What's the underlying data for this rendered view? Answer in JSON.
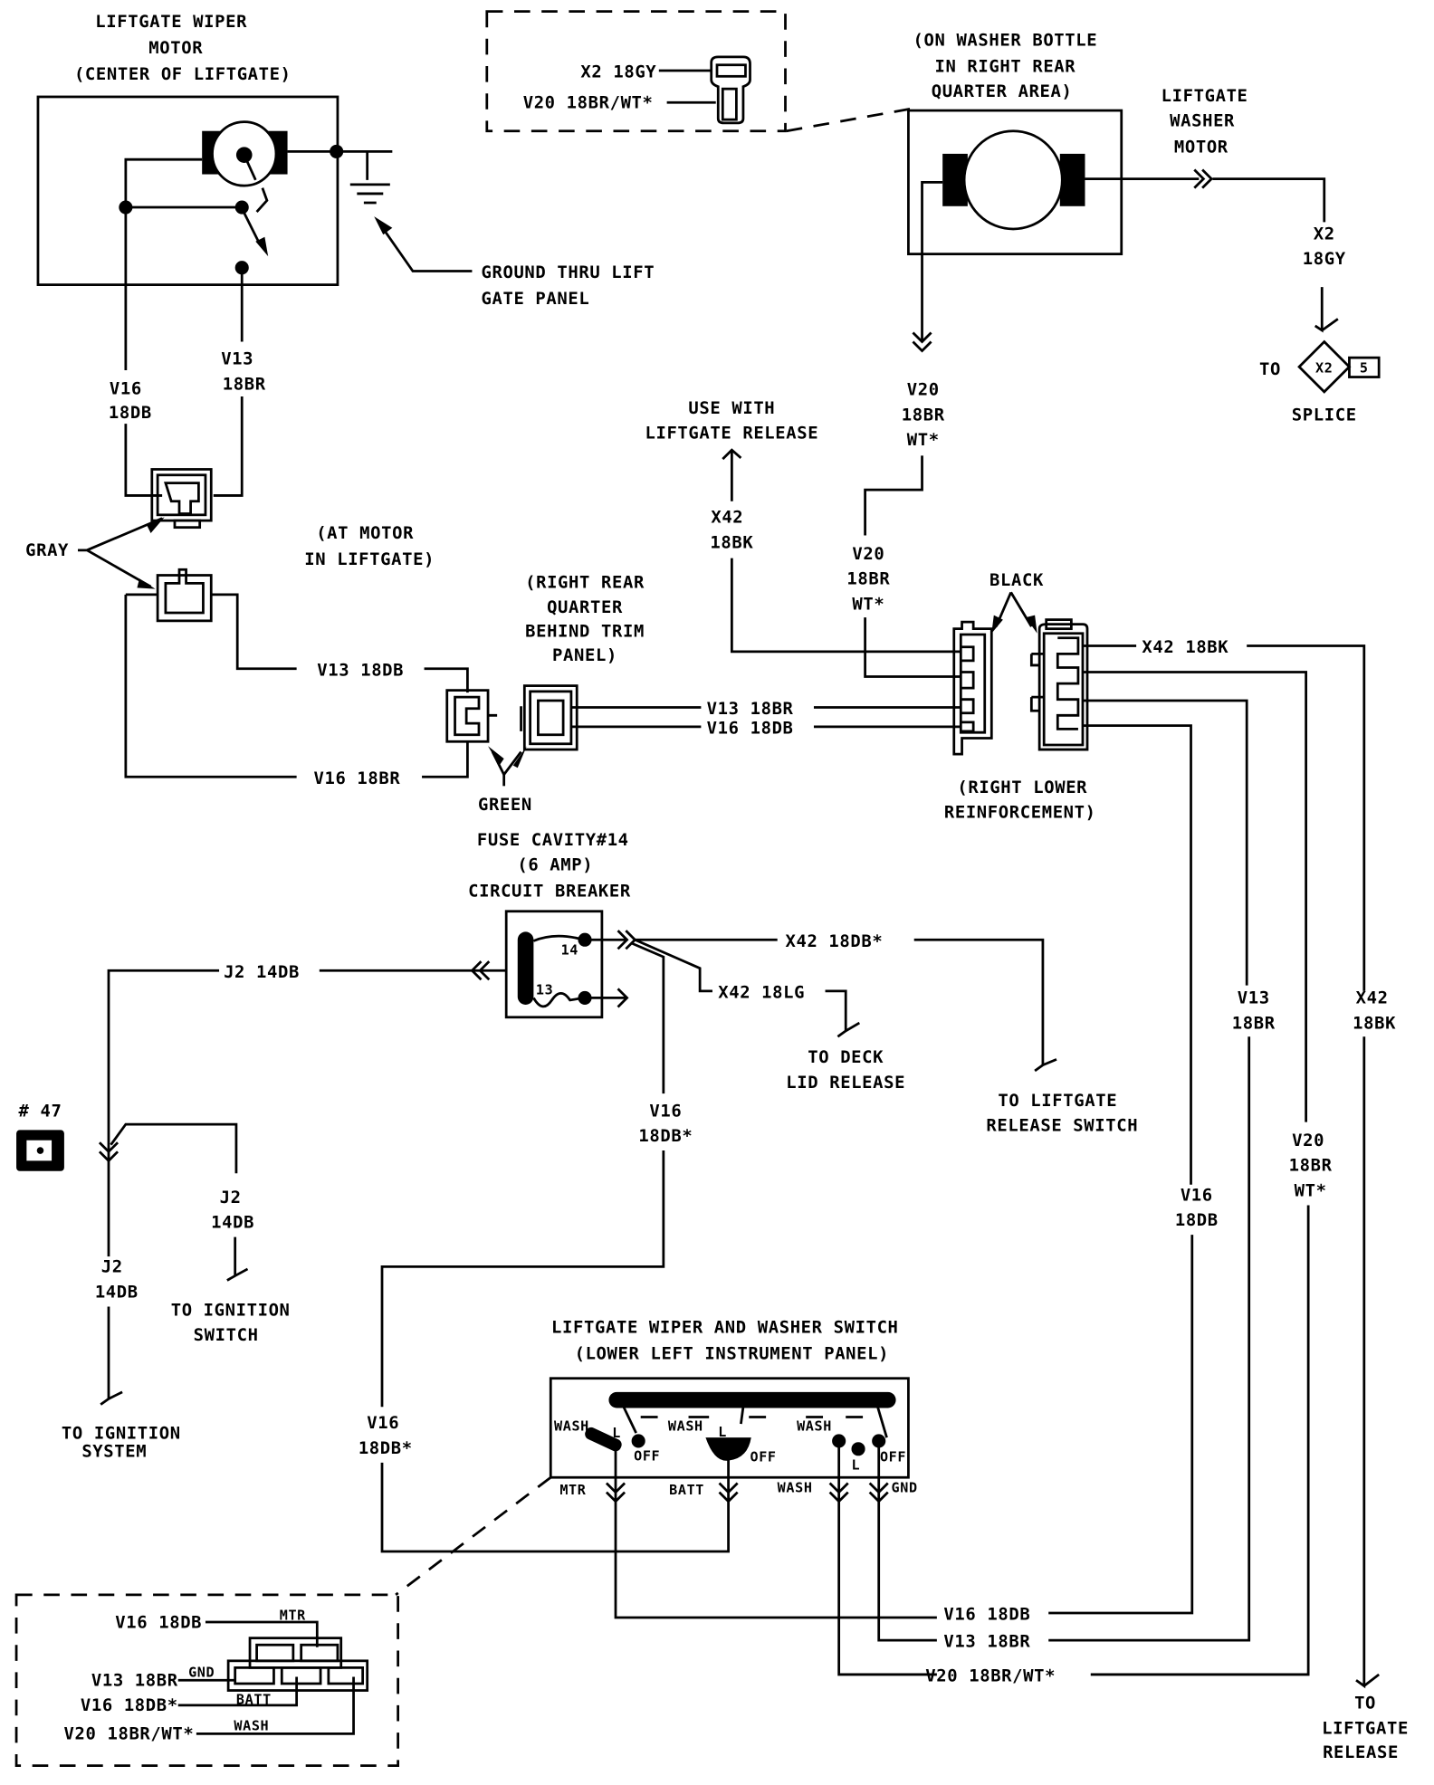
{
  "diagram": {
    "title": "Liftgate Wiper and Washer Wiring",
    "components": {
      "wiper_motor": {
        "lines": [
          "LIFTGATE WIPER",
          "MOTOR",
          "(CENTER OF LIFTGATE)"
        ]
      },
      "ground_note": {
        "lines": [
          "GROUND THRU LIFT",
          "GATE PANEL"
        ]
      },
      "washer_pump_inset": {
        "wires": [
          "X2 18GY",
          "V20 18BR/WT*"
        ]
      },
      "washer_bottle_note": {
        "lines": [
          "(ON WASHER BOTTLE",
          "IN RIGHT REAR",
          "QUARTER AREA)"
        ]
      },
      "washer_motor": {
        "lines": [
          "LIFTGATE",
          "WASHER",
          "MOTOR"
        ]
      },
      "splice": {
        "to": "TO",
        "id": "X2",
        "num": "5",
        "label": "SPLICE"
      },
      "gray_connector": {
        "label": "GRAY",
        "note": [
          "(AT MOTOR",
          "IN LIFTGATE)"
        ]
      },
      "green_connector": {
        "label": "GREEN",
        "note": [
          "(RIGHT REAR",
          "QUARTER",
          "BEHIND TRIM",
          "PANEL)"
        ]
      },
      "black_connector": {
        "label": "BLACK",
        "note": [
          "(RIGHT LOWER",
          "REINFORCEMENT)"
        ]
      },
      "use_with": {
        "lines": [
          "USE WITH",
          "LIFTGATE RELEASE"
        ]
      },
      "breaker": {
        "lines": [
          "FUSE CAVITY#14",
          "(6 AMP)",
          "CIRCUIT BREAKER"
        ],
        "terminal_a": "14",
        "terminal_b": "13"
      },
      "deck_lid": {
        "lines": [
          "TO DECK",
          "LID RELEASE"
        ]
      },
      "liftgate_release_switch": {
        "lines": [
          "TO LIFTGATE",
          "RELEASE SWITCH"
        ]
      },
      "ignition_switch": {
        "lines": [
          "TO IGNITION",
          "SWITCH"
        ]
      },
      "ignition_system": {
        "lines": [
          "TO IGNITION",
          "SYSTEM"
        ]
      },
      "ref_badge": "# 47",
      "switch": {
        "lines": [
          "LIFTGATE WIPER AND WASHER SWITCH",
          "(LOWER LEFT INSTRUMENT PANEL)"
        ],
        "labels": {
          "wash": "WASH",
          "off": "OFF",
          "low": "L",
          "mtr": "MTR",
          "batt": "BATT",
          "gnd": "GND"
        }
      },
      "liftgate_release": {
        "lines": [
          "TO",
          "LIFTGATE",
          "RELEASE"
        ]
      },
      "switch_inset": {
        "wires": [
          "V16 18DB",
          "V13 18BR",
          "V16 18DB*",
          "V20 18BR/WT*"
        ],
        "pins": [
          "MTR",
          "GND",
          "BATT",
          "WASH"
        ]
      }
    },
    "wires": {
      "v16_18db_a": [
        "V16",
        "18DB"
      ],
      "v13_18br_a": [
        "V13",
        "18BR"
      ],
      "v13_18db": "V13 18DB",
      "v16_18br": "V16 18BR",
      "v13_18br_h": "V13 18BR",
      "v16_18db_h": "V16 18DB",
      "x2_18gy": [
        "X2",
        "18GY"
      ],
      "v20_top": [
        "V20",
        "18BR",
        "WT*"
      ],
      "v20_mid": [
        "V20",
        "18BR",
        "WT*"
      ],
      "x42_18bk_v": [
        "X42",
        "18BK"
      ],
      "x42_18bk_h": "X42 18BK",
      "j2_14db_h": "J2 14DB",
      "j2_14db_a": [
        "J2",
        "14DB"
      ],
      "j2_14db_b": [
        "J2",
        "14DB"
      ],
      "x42_18db": "X42 18DB*",
      "x42_18lg": "X42 18LG",
      "v16_18db_star": [
        "V16",
        "18DB*"
      ],
      "v16_18db_star_b": [
        "V16",
        "18DB*"
      ],
      "v13_right": [
        "V13",
        "18BR"
      ],
      "x42_right": [
        "X42",
        "18BK"
      ],
      "v20_right": [
        "V20",
        "18BR",
        "WT*"
      ],
      "v16_right": [
        "V16",
        "18DB"
      ],
      "bottom_v16": "V16 18DB",
      "bottom_v13": "V13 18BR",
      "bottom_v20": "V20 18BR/WT*"
    }
  }
}
